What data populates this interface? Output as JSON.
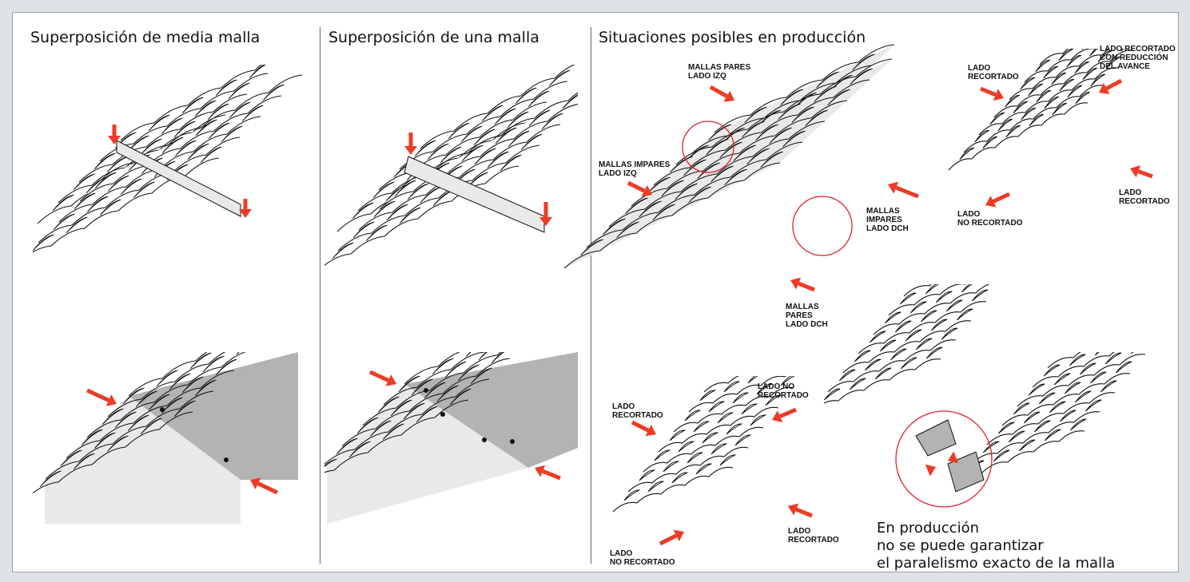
{
  "titles": {
    "col1": "Superposición de media malla",
    "col2": "Superposición de una malla",
    "col3": "Situaciones posibles en producción"
  },
  "labels": {
    "pares_izq": "MALLAS PARES\nLADO IZQ",
    "impares_izq": "MALLAS IMPARES\nLADO IZQ",
    "impares_dch": "MALLAS\nIMPARES\nLADO DCH",
    "pares_dch": "MALLAS\nPARES\nLADO DCH",
    "tr_recortado_left": "LADO\nRECORTADO",
    "tr_reduccion": "LADO RECORTADO\nCON REDUCCIÓN\nDEL AVANCE",
    "tr_recortado_right": "LADO\nRECORTADO",
    "tr_no_recortado": "LADO\nNO RECORTADO",
    "bl_recortado_left": "LADO\nRECORTADO",
    "bl_no_recortado_top": "LADO NO\nRECORTADO",
    "bl_recortado_right": "LADO\nRECORTADO",
    "bl_no_recortado_bottom": "LADO\nNO RECORTADO"
  },
  "caption": "En producción\nno se puede garantizar\nel paralelismo exacto de la malla",
  "colors": {
    "arrow": "#ee3b24",
    "circle": "#e0202a",
    "mesh_light": "#e9e9e9",
    "mesh_dark": "#b3b3b3",
    "outline": "#111111"
  }
}
